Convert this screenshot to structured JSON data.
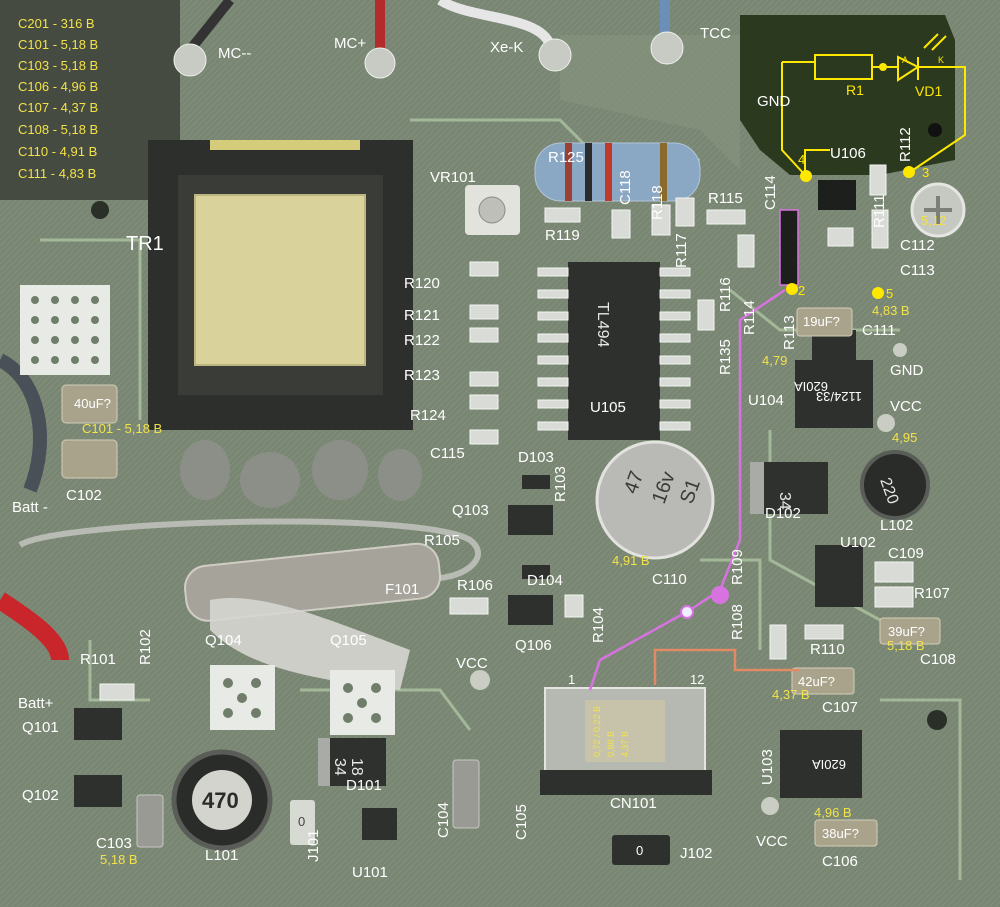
{
  "voltage_list": [
    "C201 - 316 B",
    "C101 - 5,18 B",
    "C103 - 5,18 B",
    "C106 - 4,96 B",
    "C107 - 4,37 B",
    "C108 - 5,18 B",
    "C110 - 4,91 B",
    "C111 - 4,83 B"
  ],
  "connectors": {
    "mc_minus": "MC--",
    "mc_plus": "MC+",
    "xe_k": "Xe-K",
    "tcc": "TCC",
    "gnd_top": "GND",
    "batt_minus": "Batt -",
    "batt_plus": "Batt+"
  },
  "components": {
    "tr1": "TR1",
    "r125": "R125",
    "vr101": "VR101",
    "c118": "C118",
    "r118": "R118",
    "r119": "R119",
    "r115": "R115",
    "c114": "C114",
    "r117": "R117",
    "r120": "R120",
    "r121": "R121",
    "r122": "R122",
    "r123": "R123",
    "r124": "R124",
    "c115": "C115",
    "u105": "U105",
    "tl494": "TL494",
    "r116": "R116",
    "r114": "R114",
    "r113": "R113",
    "r135": "R135",
    "u106": "U106",
    "r112": "R112",
    "r111": "R111",
    "c112": "C112",
    "c113": "C113",
    "c111": "C111",
    "gnd_mid": "GND",
    "vcc_right": "VCC",
    "u104": "U104",
    "d103": "D103",
    "r103": "R103",
    "q103": "Q103",
    "r105": "R105",
    "f101": "F101",
    "r106": "R106",
    "d104": "D104",
    "q106": "Q106",
    "r104": "R104",
    "c110": "C110",
    "r109": "R109",
    "r108": "R108",
    "d102": "D102",
    "l102": "L102",
    "u102": "U102",
    "c109": "C109",
    "r107": "R107",
    "r110": "R110",
    "c108": "C108",
    "q104": "Q104",
    "q105": "Q105",
    "r102": "R102",
    "r101": "R101",
    "q101": "Q101",
    "q102": "Q102",
    "c103": "C103",
    "l101": "L101",
    "d101": "D101",
    "j101": "J101",
    "u101": "U101",
    "c104": "C104",
    "c105": "C105",
    "vcc_bottom": "VCC",
    "cn101": "CN101",
    "j102": "J102",
    "c107": "C107",
    "u103": "U103",
    "vcc_bottom_right": "VCC",
    "c106": "C106",
    "c102": "C102",
    "c101_board": "C101 - 5,18 B"
  },
  "part_markings": {
    "cap_c101": "40uF?",
    "cap_c111": "19uF?",
    "cap_c108": "39uF?",
    "cap_c107": "42uF?",
    "cap_c106": "38uF?",
    "elec_47": "47",
    "elec_16v": "16v",
    "elec_s1": "S1",
    "d102_mark": "34",
    "l102_mark": "220",
    "l101_mark": "470",
    "d101_mark": "34",
    "d101_mark2": "18",
    "u104_mark1": "620IA",
    "u104_mark2": "1124/33",
    "u103_mark": "620IA",
    "cn_pin_left": "1",
    "cn_pin_right": "12",
    "j102_mark": "0",
    "j101_mark": "0"
  },
  "voltages_on_board": {
    "c111": "4,83 B",
    "u104_in": "4,79",
    "vcc_right": "4,95",
    "c110": "4,91 B",
    "c108": "5,18 B",
    "c107": "4,37 B",
    "c106": "4,96 B",
    "c103": "5,18 B",
    "screw": "5,12",
    "cn_v1": "0,72 / 0,22 B",
    "cn_v2": "0,88 B",
    "cn_v3": "4,37 B"
  },
  "schematic": {
    "r1": "R1",
    "vd1": "VD1",
    "anode": "A",
    "cathode": "K",
    "pin2": "2",
    "pin3": "3",
    "pin4": "4",
    "pin5": "5"
  },
  "colors": {
    "board": "#6f7d6a",
    "label": "#ffffff",
    "voltage": "#f2e24a",
    "schematic": "#ffe800",
    "dark_mask": "#2b3a1f",
    "probe_trace": "#d773e0"
  }
}
